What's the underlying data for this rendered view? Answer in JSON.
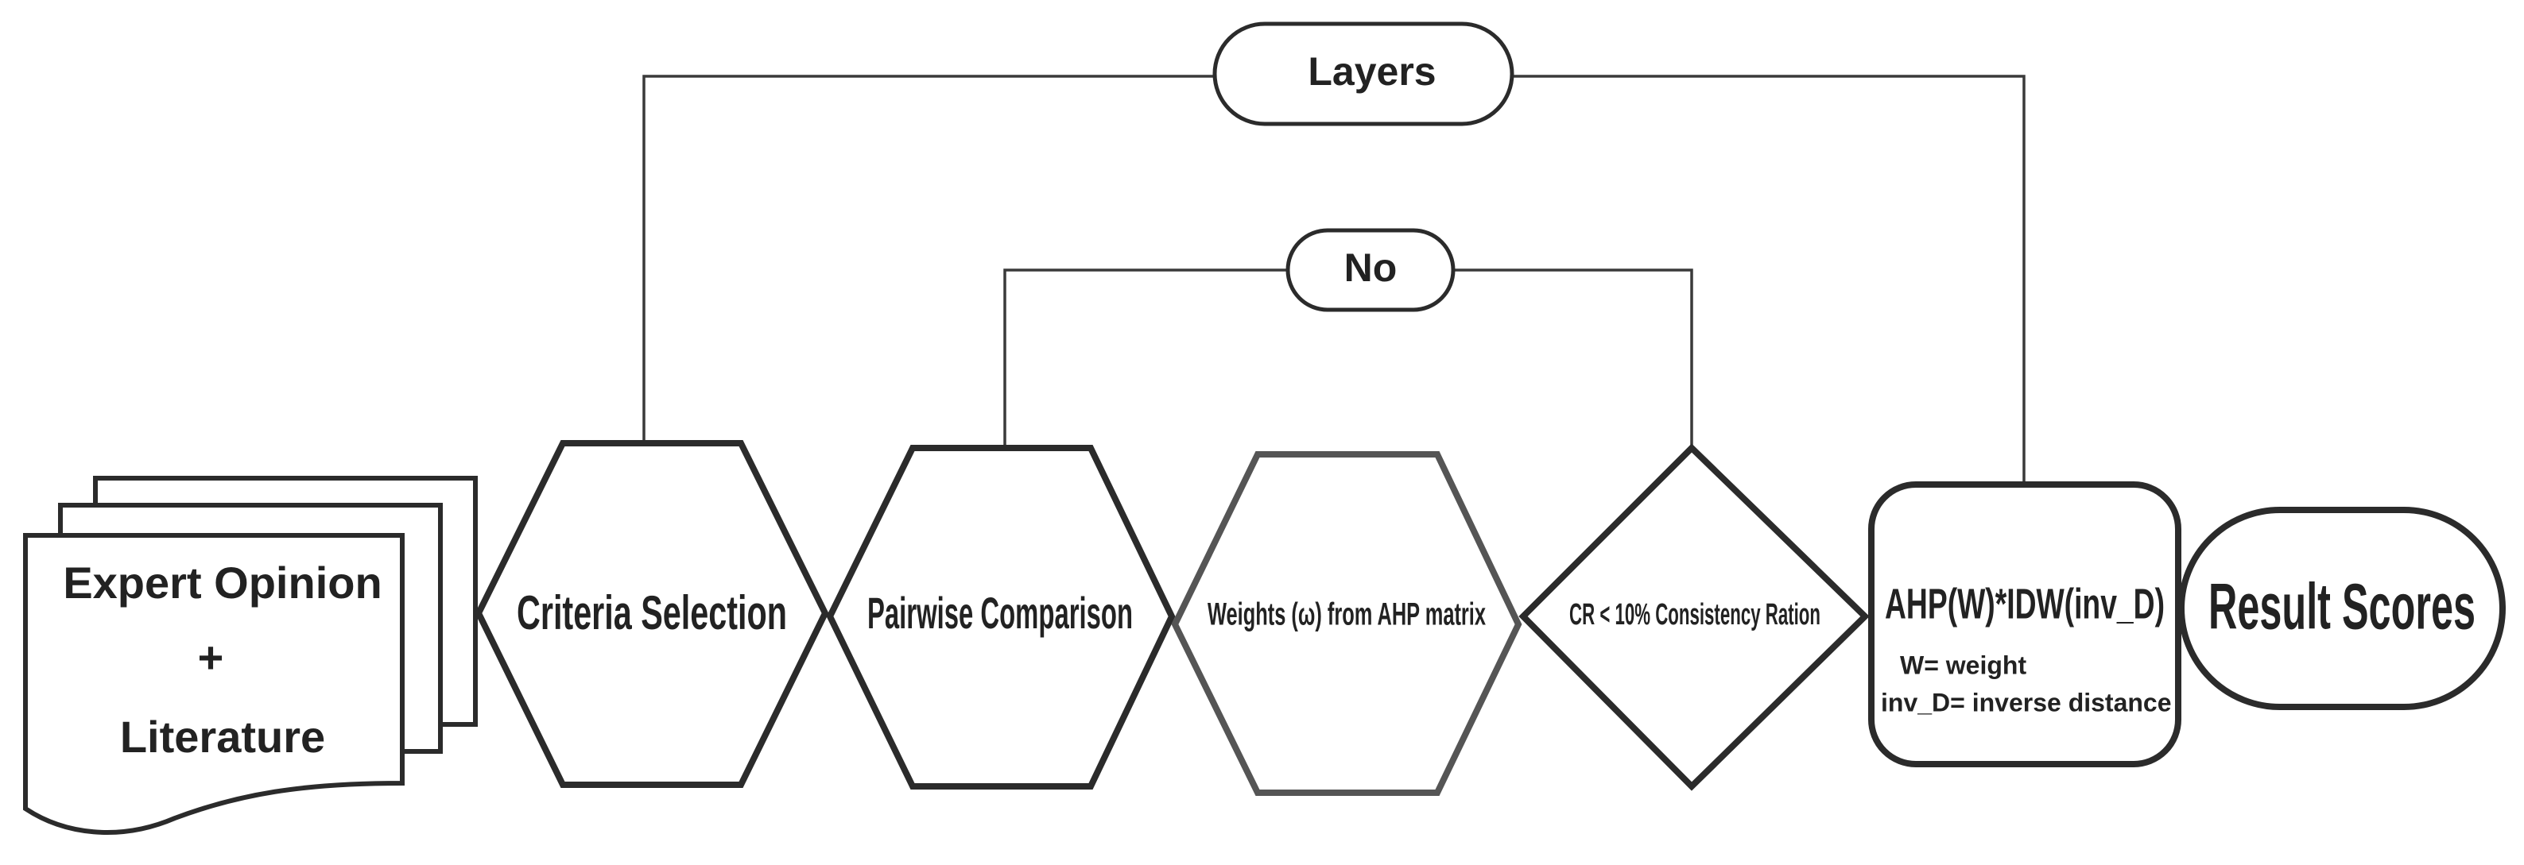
{
  "diagram": {
    "sources": {
      "line1": "Expert Opinion",
      "line2": "+",
      "line3": "Literature"
    },
    "steps": {
      "criteria_selection": "Criteria Selection",
      "pairwise_comparison": "Pairwise Comparison",
      "weights": "Weights (ω) from AHP matrix",
      "consistency_check": "CR < 10% Consistency Ration"
    },
    "formula": {
      "expression": "AHP(W)*IDW(inv_D)",
      "legend_w": "W= weight",
      "legend_inv_d": "inv_D= inverse distance"
    },
    "result": "Result  Scores",
    "loops": {
      "outer": "Layers",
      "inner": "No"
    }
  }
}
